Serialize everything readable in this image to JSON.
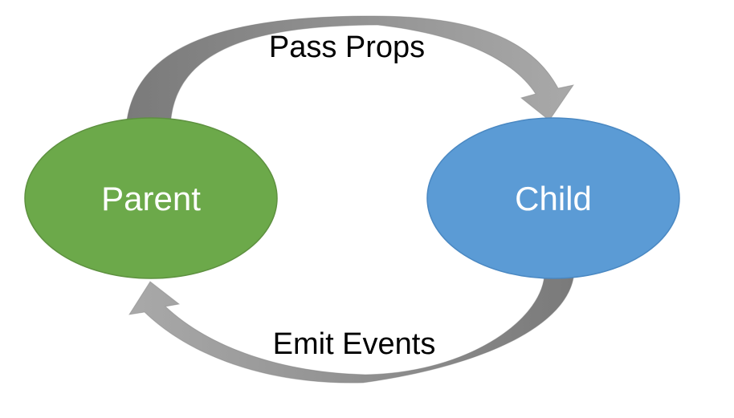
{
  "diagram": {
    "background": "#FFFFFF",
    "nodes": [
      {
        "id": "parent",
        "label": "Parent",
        "shape": "ellipse",
        "fill": "#6CA94A",
        "stroke": "#5E9140",
        "text_color": "#FFFFFF"
      },
      {
        "id": "child",
        "label": "Child",
        "shape": "ellipse",
        "fill": "#5B9BD5",
        "stroke": "#4A88C2",
        "text_color": "#FFFFFF"
      }
    ],
    "edges": [
      {
        "id": "pass-props",
        "label": "Pass Props",
        "from": "parent",
        "to": "child",
        "position": "top",
        "style": "tapered-curved-arrow",
        "tail_color": "#7A7A7A",
        "head_color": "#A9A9A9",
        "label_color": "#000000"
      },
      {
        "id": "emit-events",
        "label": "Emit Events",
        "from": "child",
        "to": "parent",
        "position": "bottom",
        "style": "tapered-curved-arrow",
        "tail_color": "#7A7A7A",
        "head_color": "#A9A9A9",
        "label_color": "#000000"
      }
    ]
  }
}
